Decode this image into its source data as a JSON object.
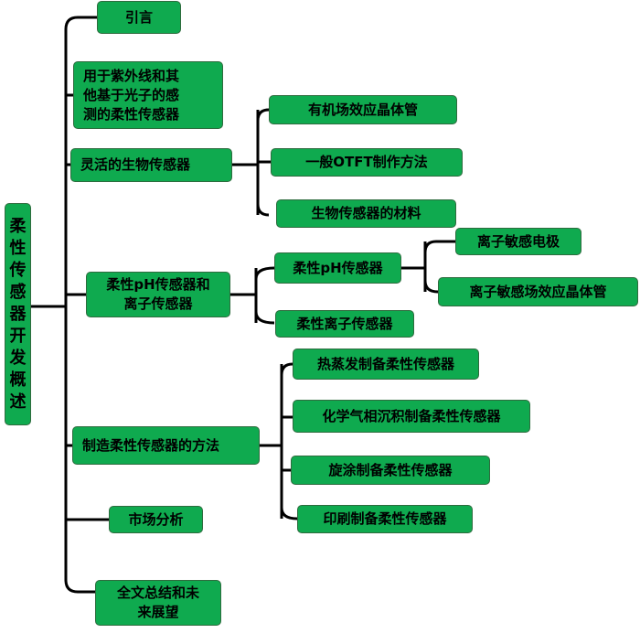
{
  "root": {
    "label": "柔\n性\n传\n感\n器\n开\n发\n概\n述"
  },
  "level1": [
    {
      "label": "引言"
    },
    {
      "label": "用于紫外线和其\n他基于光子的感\n测的柔性传感器"
    },
    {
      "label": "灵活的生物传感器"
    },
    {
      "label": "柔性pH传感器和\n离子传感器"
    },
    {
      "label": "制造柔性传感器的方法"
    },
    {
      "label": "市场分析"
    },
    {
      "label": "全文总结和未\n来展望"
    }
  ],
  "bio_children": [
    {
      "label": "有机场效应晶体管"
    },
    {
      "label": "一般OTFT制作方法"
    },
    {
      "label": "生物传感器的材料"
    }
  ],
  "ph_children": [
    {
      "label": "柔性pH传感器"
    },
    {
      "label": "柔性离子传感器"
    }
  ],
  "ph_sensor_children": [
    {
      "label": "离子敏感电极"
    },
    {
      "label": "离子敏感场效应晶体管"
    }
  ],
  "method_children": [
    {
      "label": "热蒸发制备柔性传感器"
    },
    {
      "label": "化学气相沉积制备柔性传感器"
    },
    {
      "label": "旋涂制备柔性传感器"
    },
    {
      "label": "印刷制备柔性传感器"
    }
  ],
  "colors": {
    "node_fill": "#0faa4f",
    "node_border": "#2e6b3e",
    "connector": "#000000"
  }
}
